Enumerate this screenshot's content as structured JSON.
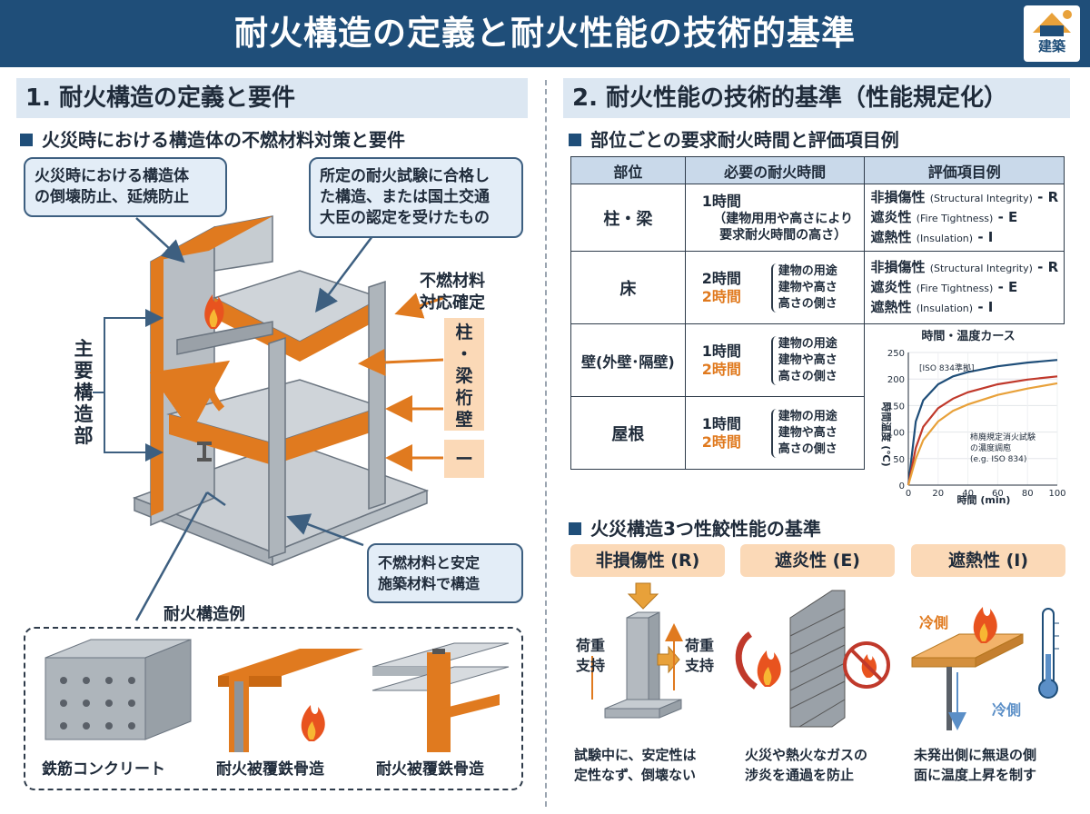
{
  "header": {
    "title": "耐火構造の定義と耐火性能の技術的基準",
    "logo_text": "建築"
  },
  "left": {
    "section_title": "1. 耐火構造の定義と要件",
    "subtitle": "火災時における構造体の不燃材料対策と要件",
    "callout_top_left": [
      "火災時における構造体",
      "の倒壊防止、延焼防止"
    ],
    "callout_top_right": [
      "所定の耐火試験に合格し",
      "た構造、または国土交通",
      "大臣の認定を受けたもの"
    ],
    "callout_bottom_right": [
      "不燃材料と安定",
      "施築材料で構造"
    ],
    "main_structure_label": "主要構造部",
    "nonflam_label": [
      "不燃材料",
      "対応確定"
    ],
    "parts_box": [
      "柱",
      "・",
      "梁",
      "桁",
      "壁"
    ],
    "parts_box2": "ー",
    "example_label": "耐火構造例",
    "examples": [
      "鉄筋コンクリート",
      "耐火被覆鉄骨造",
      "耐火被覆鉄骨造"
    ]
  },
  "right": {
    "section_title": "2. 耐火性能の技術的基準（性能規定化）",
    "subtitle": "部位ごとの要求耐火時間と評価項目例",
    "table_headers": [
      "部位",
      "必要の耐火時間",
      "評価項目例"
    ],
    "rows": [
      {
        "part": "柱・梁",
        "dur1": "1時間",
        "note": [
          "（建物用用や高さにより",
          "要求耐火時間の高さ）"
        ],
        "eval": [
          [
            "非損傷性",
            "(Structural Integrity)",
            "- R"
          ],
          [
            "遮炎性",
            "(Fire Tightness)",
            "- E"
          ],
          [
            "遮熱性",
            "(Insulation)",
            "- I"
          ]
        ]
      },
      {
        "part": "床",
        "dur1": "2時間",
        "dur2": "2時間",
        "brace": [
          "建物の用途",
          "建物や高さ",
          "高さの側さ"
        ],
        "eval": [
          [
            "非損傷性",
            "(Structural Integrity)",
            "- R"
          ],
          [
            "遮炎性",
            "(Fire Tightness)",
            "- E"
          ],
          [
            "遮熱性",
            "(Insulation)",
            "- I"
          ]
        ]
      },
      {
        "part": "壁(外壁･隔壁)",
        "dur1": "1時間",
        "dur2": "2時間",
        "brace": [
          "建物の用途",
          "建物や高さ",
          "高さの側さ"
        ]
      },
      {
        "part": "屋根",
        "dur1": "1時間",
        "dur2": "2時間",
        "brace": [
          "建物の用途",
          "建物や高さ",
          "高さの側さ"
        ]
      }
    ],
    "perf_subtitle": "火災構造3つ性鮫性能の基準",
    "perf": [
      {
        "head": "非損傷性 (R)",
        "side_left": [
          "荷重",
          "支持"
        ],
        "side_right": [
          "荷重",
          "支持"
        ],
        "caption": [
          "試験中に、安定性は",
          "定性なず、倒壊ない"
        ]
      },
      {
        "head": "遮炎性 (E)",
        "caption": [
          "火災や熱火なガスの",
          "涉炎を通過を防止"
        ]
      },
      {
        "head": "遮熱性 (I)",
        "cold_top": "冷側",
        "cold_bottom": "冷側",
        "caption": [
          "未発出側に無退の側",
          "面に温度上昇を制す"
        ]
      }
    ]
  },
  "chart_data": {
    "type": "line",
    "title": "時間・温度カース",
    "xlabel": "時間 (min)",
    "ylabel": "時間温度 (℃)",
    "xlim": [
      0,
      100
    ],
    "ylim": [
      0,
      250
    ],
    "xticks": [
      0,
      20,
      40,
      60,
      80,
      100
    ],
    "yticks": [
      0,
      50,
      100,
      150,
      200,
      250
    ],
    "series": [
      {
        "name": "[ISO 834準拠]",
        "color": "#1f4e79",
        "x": [
          0,
          5,
          10,
          20,
          30,
          40,
          60,
          80,
          100
        ],
        "y": [
          0,
          120,
          160,
          190,
          205,
          213,
          224,
          231,
          236
        ]
      },
      {
        "color": "#c0392b",
        "x": [
          0,
          5,
          10,
          20,
          30,
          40,
          60,
          80,
          100
        ],
        "y": [
          0,
          70,
          110,
          145,
          163,
          175,
          190,
          199,
          205
        ]
      },
      {
        "color": "#e8a13a",
        "x": [
          0,
          5,
          10,
          20,
          30,
          40,
          60,
          80,
          100
        ],
        "y": [
          0,
          50,
          85,
          120,
          140,
          152,
          170,
          182,
          192
        ]
      }
    ],
    "annotations": [
      "[ISO 834準拠]",
      "柿廃規定消火試験",
      "の濃度調庖",
      "(e.g. ISO 834)"
    ]
  },
  "colors": {
    "navy": "#1f4e79",
    "orange": "#e07a1f",
    "light_blue": "#dce7f2",
    "peach": "#fbd9b7"
  }
}
